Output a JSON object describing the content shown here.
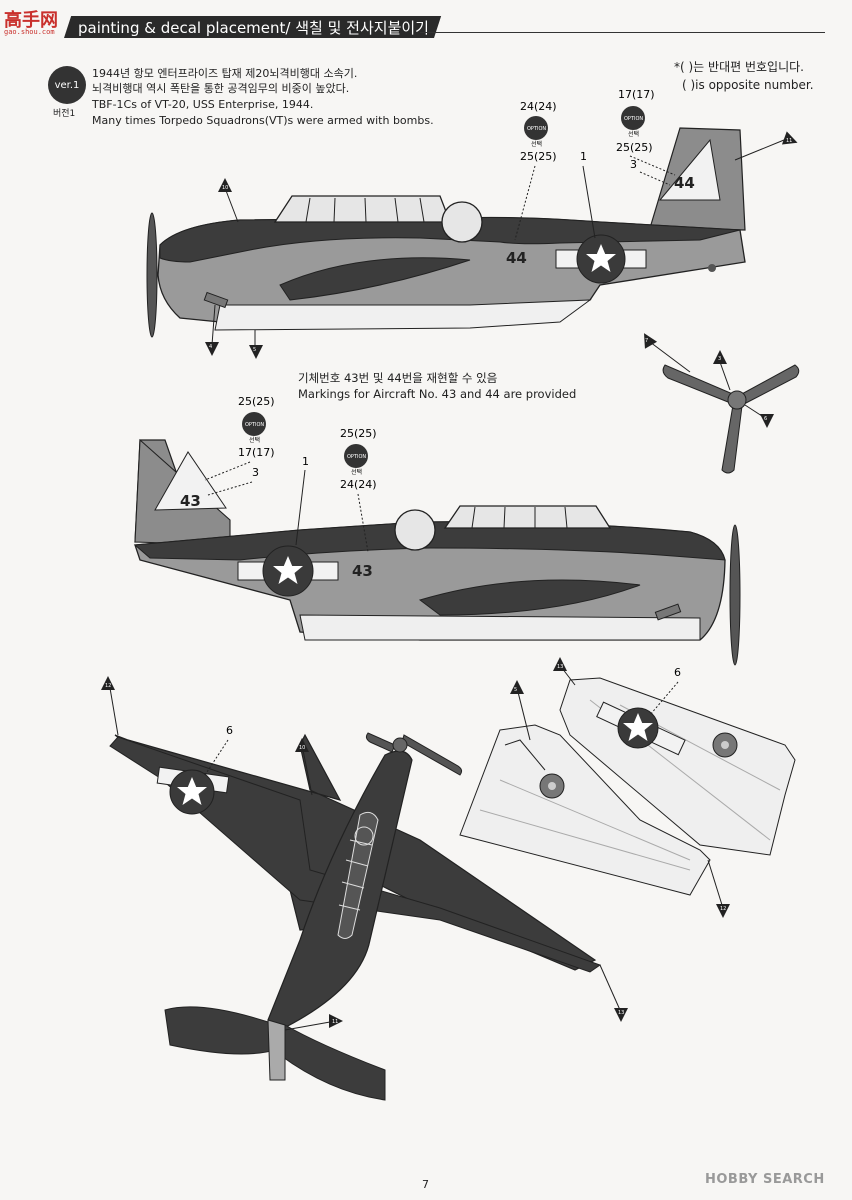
{
  "header": {
    "title": "painting & decal placement/ 색칠 및 전사지붙이기",
    "logo_text": "高手网",
    "logo_url": "gao.shou.com"
  },
  "version_note": {
    "badge": "ver.1",
    "badge_label": "버전1",
    "lines": [
      "1944년 항모 엔터프라이즈 탑재 제20뇌격비행대 소속기.",
      "뇌격비행대 역시 폭탄을 통한 공격임무의 비중이 높았다.",
      "TBF-1Cs of VT-20, USS Enterprise, 1944.",
      "Many times Torpedo Squadrons(VT)s were armed with bombs."
    ]
  },
  "opposite_note": {
    "line1": "*(   )는 반대편 번호입니다.",
    "line2": "(   )is opposite number."
  },
  "markings_note": {
    "line1": "기체번호 43번 및 44번을 재현할 수 있음",
    "line2": "Markings for Aircraft No. 43 and 44 are provided"
  },
  "callouts": {
    "top": {
      "c24": "24(24)",
      "c25a": "25(25)",
      "c17": "17(17)",
      "c25b": "25(25)",
      "n1": "1",
      "n3": "3",
      "fuselage_num": "44",
      "tail_num": "44",
      "t10": "10",
      "t11": "11",
      "t4": "4",
      "t5": "5"
    },
    "mid": {
      "c25a": "25(25)",
      "c17": "17(17)",
      "n3": "3",
      "n1": "1",
      "c25b": "25(25)",
      "c24": "24(24)",
      "fuselage_num": "43",
      "tail_num": "43",
      "t7": "7",
      "t3": "3",
      "t6": "6"
    },
    "bottom": {
      "t12a": "12",
      "n6a": "6",
      "t10": "10",
      "t5": "5",
      "t13a": "13",
      "n6b": "6",
      "t12b": "12",
      "t13b": "13",
      "t11": "11"
    },
    "option": "OPTION",
    "option_sub": "선택"
  },
  "footer": {
    "page": "7",
    "watermark": "HOBBY SEARCH"
  },
  "colors": {
    "dark_blue": "#3c3c3c",
    "mid_gray": "#9a9a9a",
    "light_gray": "#dcdcdc",
    "line": "#222222"
  }
}
